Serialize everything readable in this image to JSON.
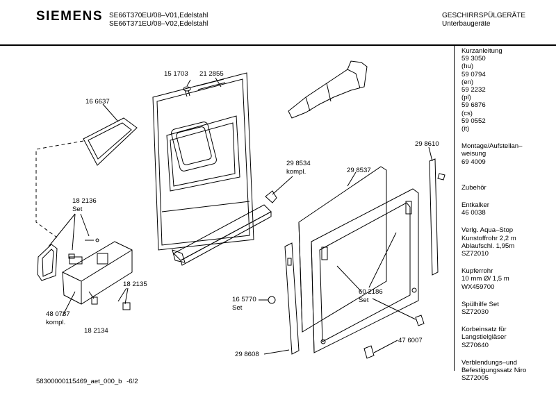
{
  "header": {
    "brand": "SIEMENS",
    "model_line_1": "SE66T370EU/08–V01,Edelstahl",
    "model_line_2": "SE66T371EU/08–V02,Edelstahl",
    "category_line_1": "GESCHIRRSPÜLGERÄTE",
    "category_line_2": "Unterbaugeräte"
  },
  "parts_list": [
    [
      "Kurzanleitung",
      "59 3050",
      "(hu)",
      "59 0794",
      "(en)",
      "59 2232",
      "(pl)",
      "59 6876",
      "(cs)",
      "59 0552",
      "(it)"
    ],
    [
      "Montage/Aufstellan–",
      "weisung",
      "69 4009"
    ],
    [
      "Zubehör"
    ],
    [
      "Entkalker",
      "46 0038"
    ],
    [
      "Verlg. Aqua–Stop",
      "Kunstoffrohr 2,2 m",
      "Ablaufschl. 1,95m",
      "SZ72010"
    ],
    [
      "Kupferrohr",
      "10 mm Ø/ 1,5 m",
      "WX459700"
    ],
    [
      "Spülhilfe Set",
      "SZ72030"
    ],
    [
      "Korbeinsatz für",
      "Langstielgläser",
      "SZ70640"
    ],
    [
      "Verblendungs–und",
      "Befestigungssatz Niro",
      "SZ72005"
    ]
  ],
  "callouts": {
    "c151703": "15 1703",
    "c212855": "21 2855",
    "c166637": "16 6637",
    "c182136": "18 2136",
    "c182136_set": "Set",
    "c298534": "29 8534",
    "c298534_sub": "kompl.",
    "c298537": "29 8537",
    "c298610": "29 8610",
    "c182135": "18 2135",
    "c480787": "48 0787",
    "c480787_sub": "kompl.",
    "c182134": "18 2134",
    "c165770": "16 5770",
    "c165770_set": "Set",
    "c602186": "60 2186",
    "c602186_set": "Set",
    "c476007": "47 6007",
    "c298608": "29 8608"
  },
  "footer": {
    "doc_id": "58300000115469_aet_000_b",
    "page": "-6/2"
  }
}
